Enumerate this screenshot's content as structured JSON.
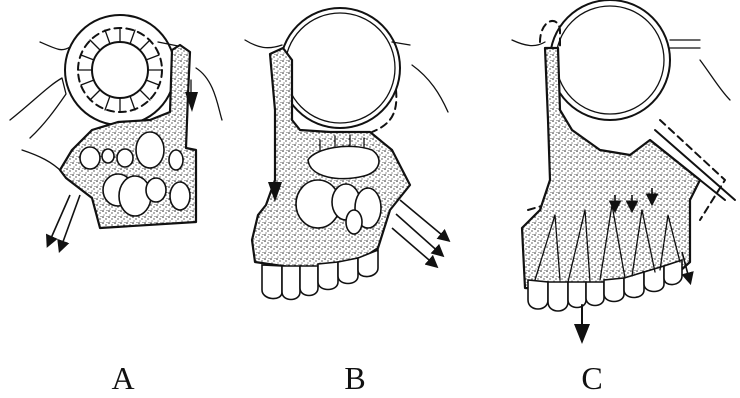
{
  "figure": {
    "panels": [
      {
        "id": "A",
        "label": "A"
      },
      {
        "id": "B",
        "label": "B"
      },
      {
        "id": "C",
        "label": "C"
      }
    ],
    "colors": {
      "ink": "#111111",
      "background": "#ffffff",
      "bone_stipple": "#111111"
    }
  }
}
